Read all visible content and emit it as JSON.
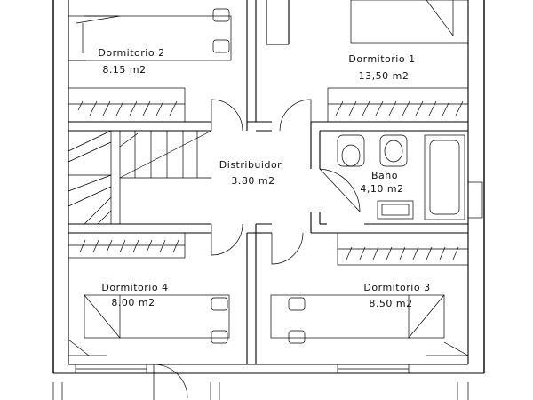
{
  "rooms": [
    {
      "name": "Dormitorio  2",
      "area": "8.15  m2"
    },
    {
      "name": "Dormitorio  1",
      "area": "13,50  m2"
    },
    {
      "name": "Distribuidor",
      "area": "3.80  m2"
    },
    {
      "name": "Baño",
      "area": "4,10  m2"
    },
    {
      "name": "Dormitorio  4",
      "area": "8.00  m2"
    },
    {
      "name": "Dormitorio  3",
      "area": "8.50  m2"
    }
  ]
}
